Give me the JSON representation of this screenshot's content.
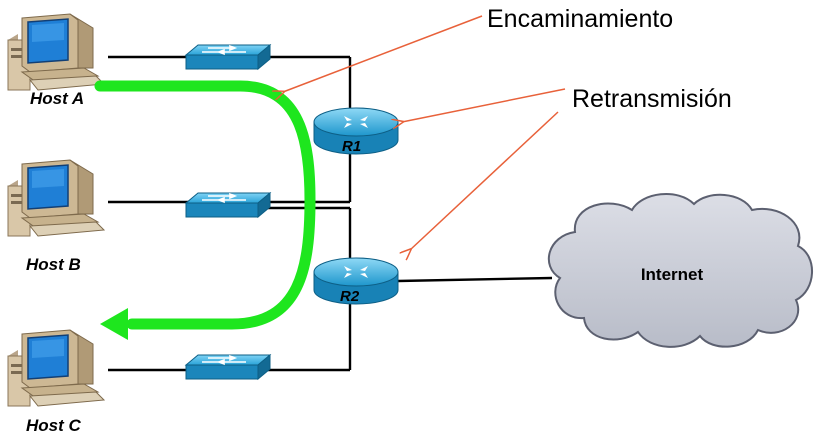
{
  "hosts": [
    {
      "label": "Host A"
    },
    {
      "label": "Host B"
    },
    {
      "label": "Host C"
    }
  ],
  "routers": [
    {
      "label": "R1"
    },
    {
      "label": "R2"
    }
  ],
  "cloud": {
    "label": "Internet"
  },
  "callouts": {
    "routing": "Encaminamiento",
    "forwarding": "Retransmisión"
  },
  "colors": {
    "path": "#1ee61e",
    "callout_arrow": "#e8613a",
    "switch": "#1aa0d6",
    "router": "#1aa0d6",
    "cloud": "#c9ccd6"
  },
  "icons": [
    "desktop-computer-icon",
    "switch-icon",
    "router-icon",
    "cloud-icon"
  ]
}
